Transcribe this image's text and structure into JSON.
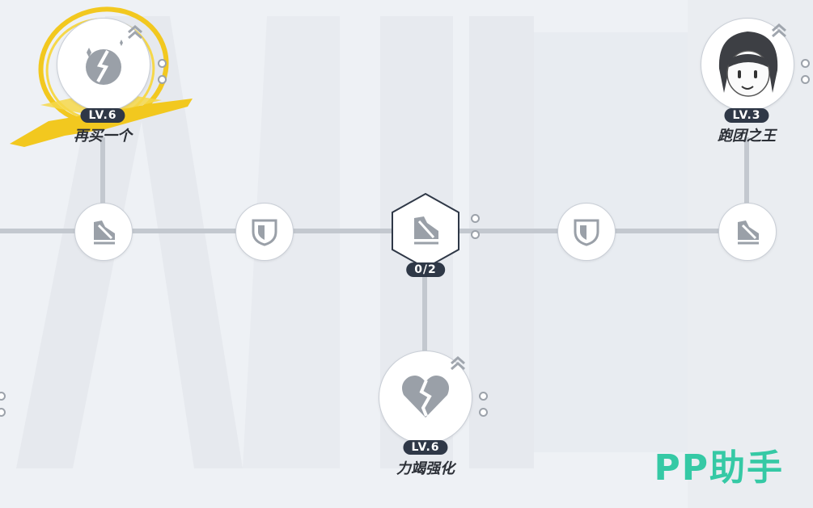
{
  "nodes": {
    "top_left": {
      "level": "LV.6",
      "name": "再买一个",
      "icon": "cracked-orb-icon"
    },
    "top_right": {
      "level": "LV.3",
      "name": "跑团之王",
      "icon": "character-portrait"
    },
    "bottom_center": {
      "level": "LV.6",
      "name": "力竭强化",
      "icon": "broken-heart-icon"
    },
    "center_hex": {
      "progress": "0/2",
      "icon": "sneaker-icon"
    },
    "row_icons": [
      "sneaker-icon",
      "shield-icon",
      "shield-icon",
      "sneaker-icon"
    ]
  },
  "watermark": "PP助手",
  "colors": {
    "highlight": "#f2c81f",
    "line": "#c3c8cf",
    "badge": "#2f3847",
    "watermark": "#35c9a5"
  }
}
